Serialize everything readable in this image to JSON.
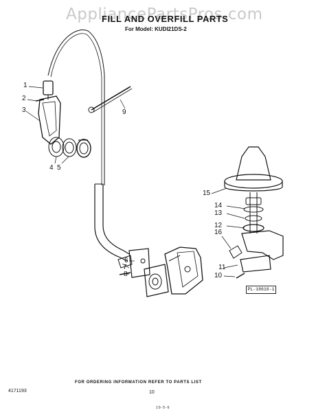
{
  "watermark": "AppliancePartsPros.com",
  "title": "FILL AND OVERFILL PARTS",
  "model_line": "For Model: KUDI21DS-2",
  "callouts": {
    "c1": "1",
    "c2": "2",
    "c3": "3",
    "c4": "4",
    "c5": "5",
    "c6": "6",
    "c7": "7",
    "c8": "8",
    "c9": "9",
    "c10": "10",
    "c11": "11",
    "c12": "12",
    "c13": "13",
    "c14": "14",
    "c15": "15",
    "c16": "16"
  },
  "diagram_ref": "PL-18610-1",
  "ordering_note": "FOR ORDERING INFORMATION REFER TO PARTS LIST",
  "part_number": "4171193",
  "page_number": "10",
  "footer_code": "10-5-6"
}
